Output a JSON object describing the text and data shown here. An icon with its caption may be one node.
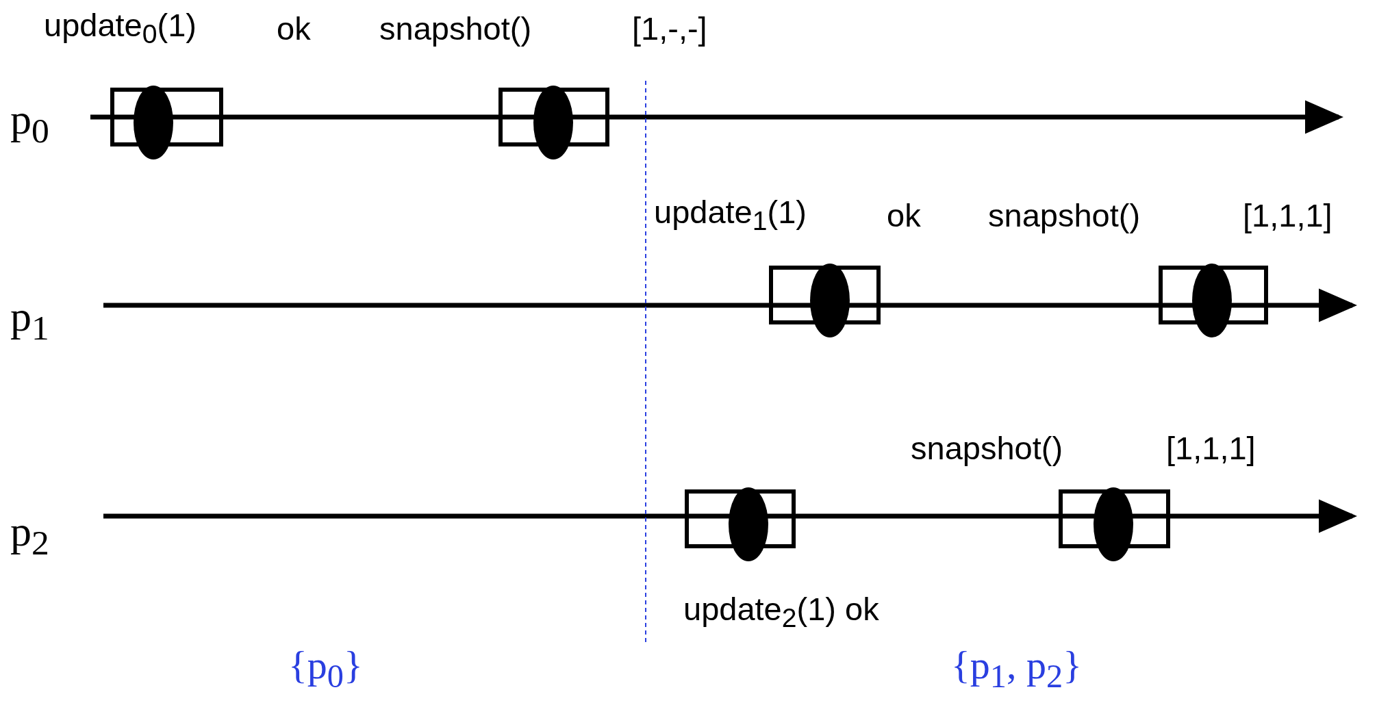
{
  "diagram": {
    "labels": [
      "update$_{0}$(1)",
      "ok",
      "snapshot()",
      "[1,-,-]",
      "p$_{0}$",
      "update$_{1}$(1)",
      "ok",
      "snapshot()",
      "[1,1,1]",
      "p$_{1}$",
      "snapshot()",
      "[1,1,1]",
      "p$_{2}$",
      "update$_{2}$(1) ok",
      "{p$_{0}$}",
      "{p$_{1}$, p$_{2}$}"
    ]
  }
}
